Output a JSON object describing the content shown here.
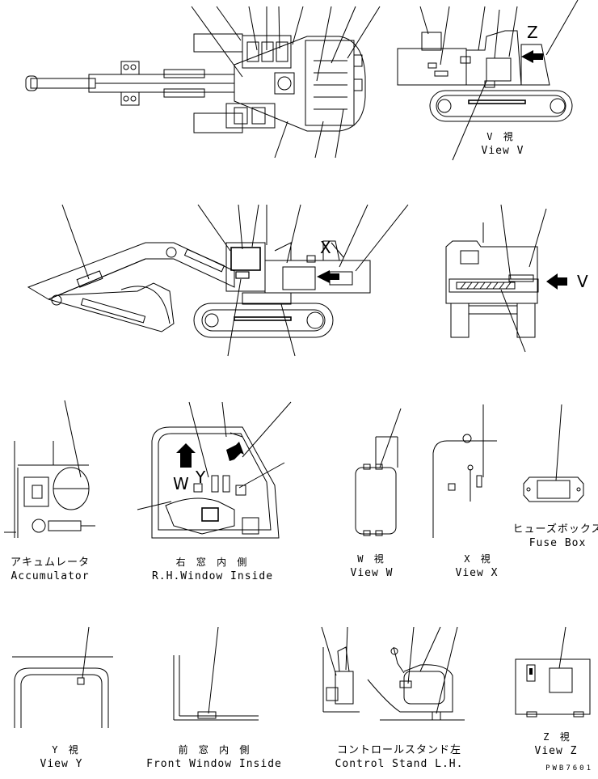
{
  "drawing_code": "PWB7601",
  "views": [
    {
      "id": "view-v",
      "jp": "V 視",
      "en": "View V"
    },
    {
      "id": "accumulator",
      "jp": "アキュムレータ",
      "en": "Accumulator"
    },
    {
      "id": "rh-window-inside",
      "jp": "右 窓 内 側",
      "en": "R.H.Window Inside"
    },
    {
      "id": "view-w",
      "jp": "W 視",
      "en": "View W"
    },
    {
      "id": "view-x",
      "jp": "X 視",
      "en": "View X"
    },
    {
      "id": "fuse-box",
      "jp": "ヒューズボックス",
      "en": "Fuse Box"
    },
    {
      "id": "view-y",
      "jp": "Y 視",
      "en": "View Y"
    },
    {
      "id": "front-window-inside",
      "jp": "前 窓 内 側",
      "en": "Front Window Inside"
    },
    {
      "id": "control-stand-lh",
      "jp": "コントロールスタンド左",
      "en": "Control Stand L.H."
    },
    {
      "id": "view-z",
      "jp": "Z 視",
      "en": "View Z"
    }
  ],
  "markers": {
    "v": "V",
    "w": "W",
    "x": "X",
    "y": "Y",
    "z": "Z"
  }
}
